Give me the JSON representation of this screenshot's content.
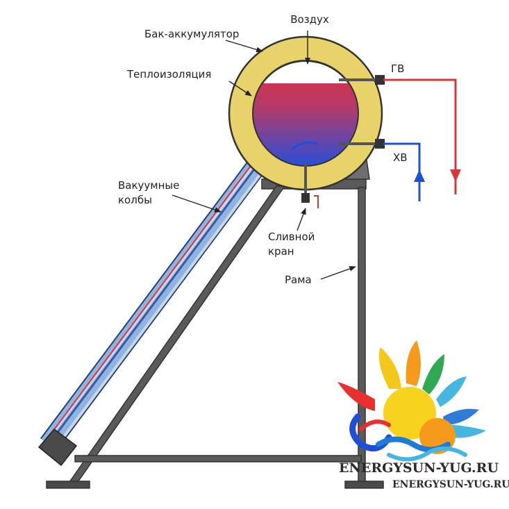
{
  "labels": {
    "air": "Воздух",
    "tank": "Бак-аккумулятор",
    "insulation": "Теплоизоляция",
    "hot_water": "ГВ",
    "cold_water": "ХВ",
    "vacuum_tubes_line1": "Вакуумные",
    "vacuum_tubes_line2": "колбы",
    "drain_valve_line1": "Сливной",
    "drain_valve_line2": "кран",
    "frame": "Рама"
  },
  "watermark": {
    "text_large": "ENERGYSUN-YUG.RU",
    "text_small": "ENERGYSUN-YUG.RU"
  },
  "colors": {
    "insulation": "#e8d36a",
    "hot": "#d9363a",
    "cold": "#1f4fd6",
    "frame": "#6b6b6b",
    "frame_dark": "#3d3d3d",
    "tube_outer": "#8fb4e0",
    "tube_inner": "#c7d8ee"
  }
}
